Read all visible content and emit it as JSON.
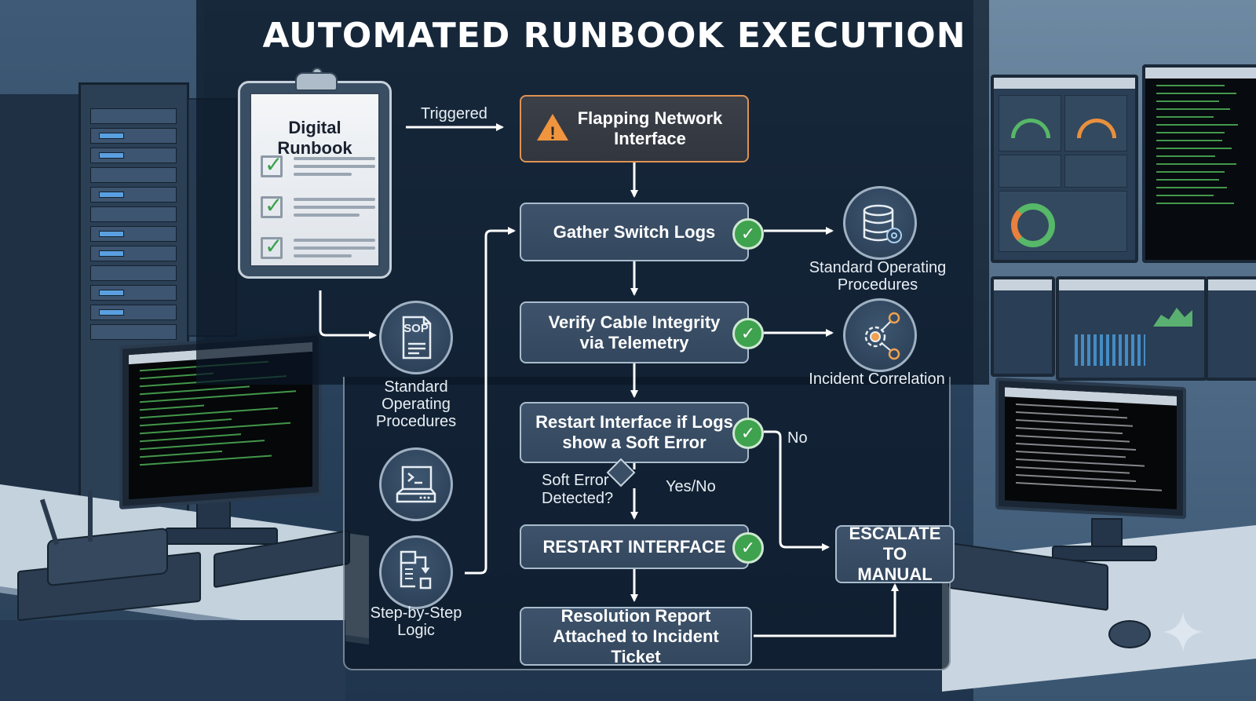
{
  "title": "AUTOMATED RUNBOOK EXECUTION",
  "clipboard": {
    "title": "Digital Runbook",
    "items_checked": 3
  },
  "edge_labels": {
    "triggered": "Triggered",
    "no": "No",
    "yes_no": "Yes/No"
  },
  "flow": {
    "trigger": {
      "label": "Flapping Network Interface",
      "icon": "warning-triangle-icon",
      "accent": "#f0953e"
    },
    "steps": [
      {
        "id": "gather-logs",
        "label": "Gather Switch Logs",
        "status": "complete"
      },
      {
        "id": "verify-cable",
        "label": "Verify Cable Integrity via Telemetry",
        "status": "complete"
      },
      {
        "id": "restart-if",
        "label": "Restart Interface if Logs show a Soft Error",
        "status": "complete"
      },
      {
        "id": "restart",
        "label": "RESTART INTERFACE",
        "status": "complete"
      },
      {
        "id": "report",
        "label": "Resolution Report Attached to Incident Ticket"
      }
    ],
    "decision": {
      "label": "Soft Error Detected?"
    },
    "escalate": {
      "label": "ESCALATE TO MANUAL"
    },
    "status_color": "#3ea24e"
  },
  "resources_left": [
    {
      "icon": "sop-document-icon",
      "badge": "SOP",
      "label": "Standard Operating Procedures"
    },
    {
      "icon": "terminal-server-icon",
      "label": ""
    },
    {
      "icon": "workflow-logic-icon",
      "label": "Step-by-Step Logic"
    }
  ],
  "resources_right": [
    {
      "icon": "database-gear-icon",
      "label": "Standard Operating Procedures"
    },
    {
      "icon": "gear-network-icon",
      "label": "Incident Correlation"
    }
  ]
}
